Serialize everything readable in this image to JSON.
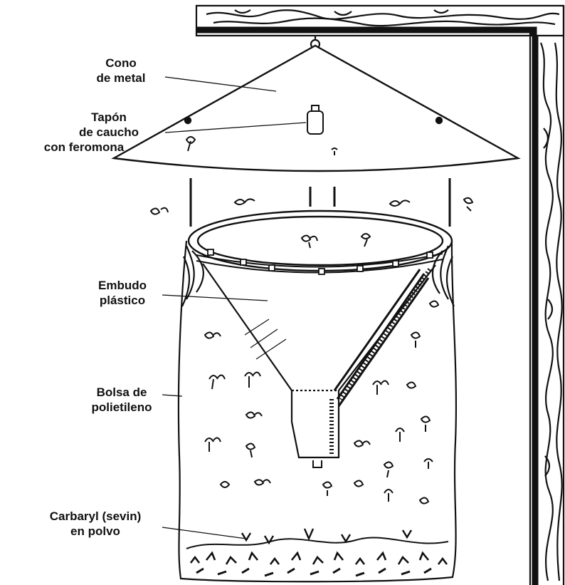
{
  "labels": {
    "cone": {
      "line1": "Cono",
      "line2": "de metal"
    },
    "plug": {
      "line1": "Tapón",
      "line2": "de caucho",
      "line3": "con feromona"
    },
    "funnel": {
      "line1": "Embudo",
      "line2": "plástico"
    },
    "bag": {
      "line1": "Bolsa de",
      "line2": "polietileno"
    },
    "powder": {
      "line1": "Carbaryl (sevin)",
      "line2": "en polvo"
    }
  },
  "colors": {
    "ink": "#111111",
    "paper": "#ffffff"
  }
}
